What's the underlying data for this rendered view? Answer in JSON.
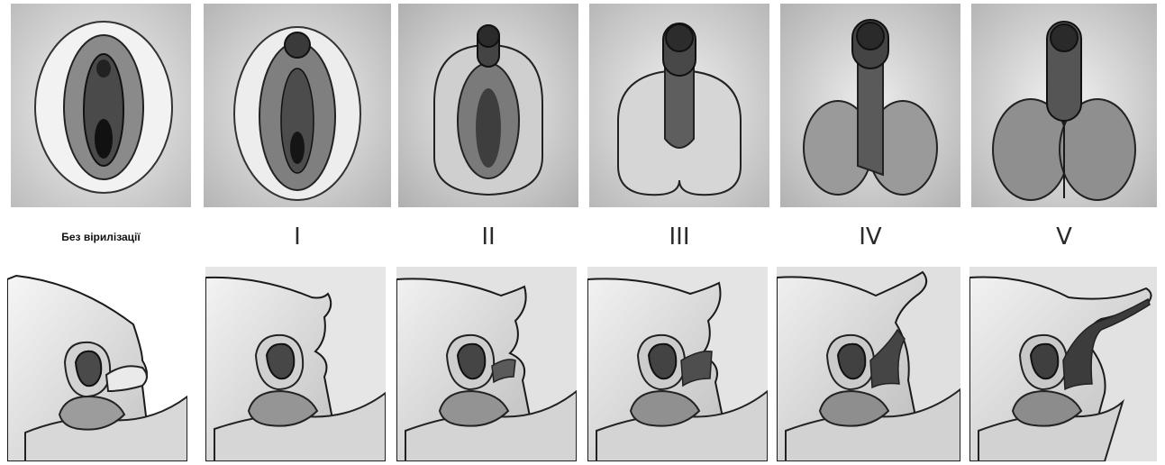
{
  "figure": {
    "stages": [
      {
        "label": "Без вірилізації"
      },
      {
        "label": "I"
      },
      {
        "label": "II"
      },
      {
        "label": "III"
      },
      {
        "label": "IV"
      },
      {
        "label": "V"
      }
    ]
  }
}
